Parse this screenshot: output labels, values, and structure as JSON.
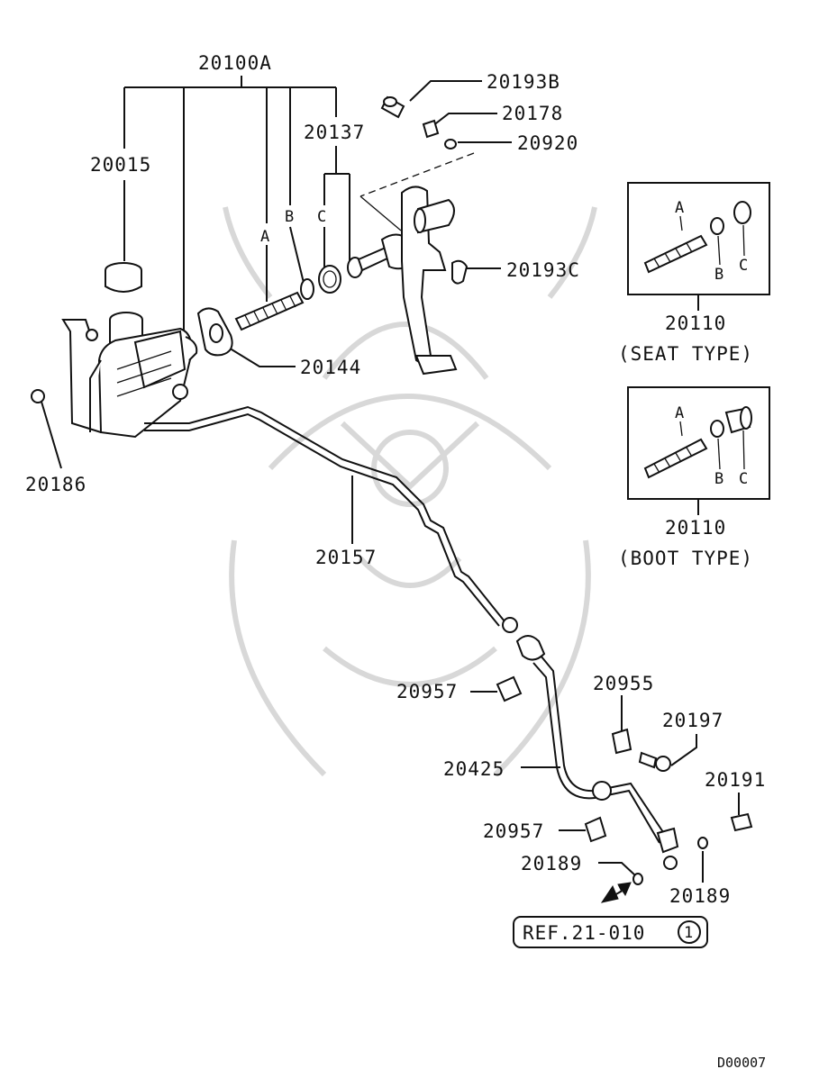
{
  "callouts": {
    "c20100A": "20100A",
    "c20015": "20015",
    "c20137": "20137",
    "c20193B": "20193B",
    "c20178": "20178",
    "c20920": "20920",
    "c20193C": "20193C",
    "c20144": "20144",
    "c20186": "20186",
    "c20157": "20157",
    "c20957a": "20957",
    "c20955": "20955",
    "c20197": "20197",
    "c20425": "20425",
    "c20191": "20191",
    "c20957b": "20957",
    "c20189a": "20189",
    "c20189b": "20189"
  },
  "sub_letters": {
    "A": "A",
    "B": "B",
    "C": "C"
  },
  "inset_seat": {
    "part_no": "20110",
    "type": "(SEAT TYPE)",
    "a": "A",
    "b": "B",
    "c": "C"
  },
  "inset_boot": {
    "part_no": "20110",
    "type": "(BOOT TYPE)",
    "a": "A",
    "b": "B",
    "c": "C"
  },
  "reference": {
    "text": "REF.21-010",
    "circled": "1"
  },
  "drawing_code": "D00007"
}
